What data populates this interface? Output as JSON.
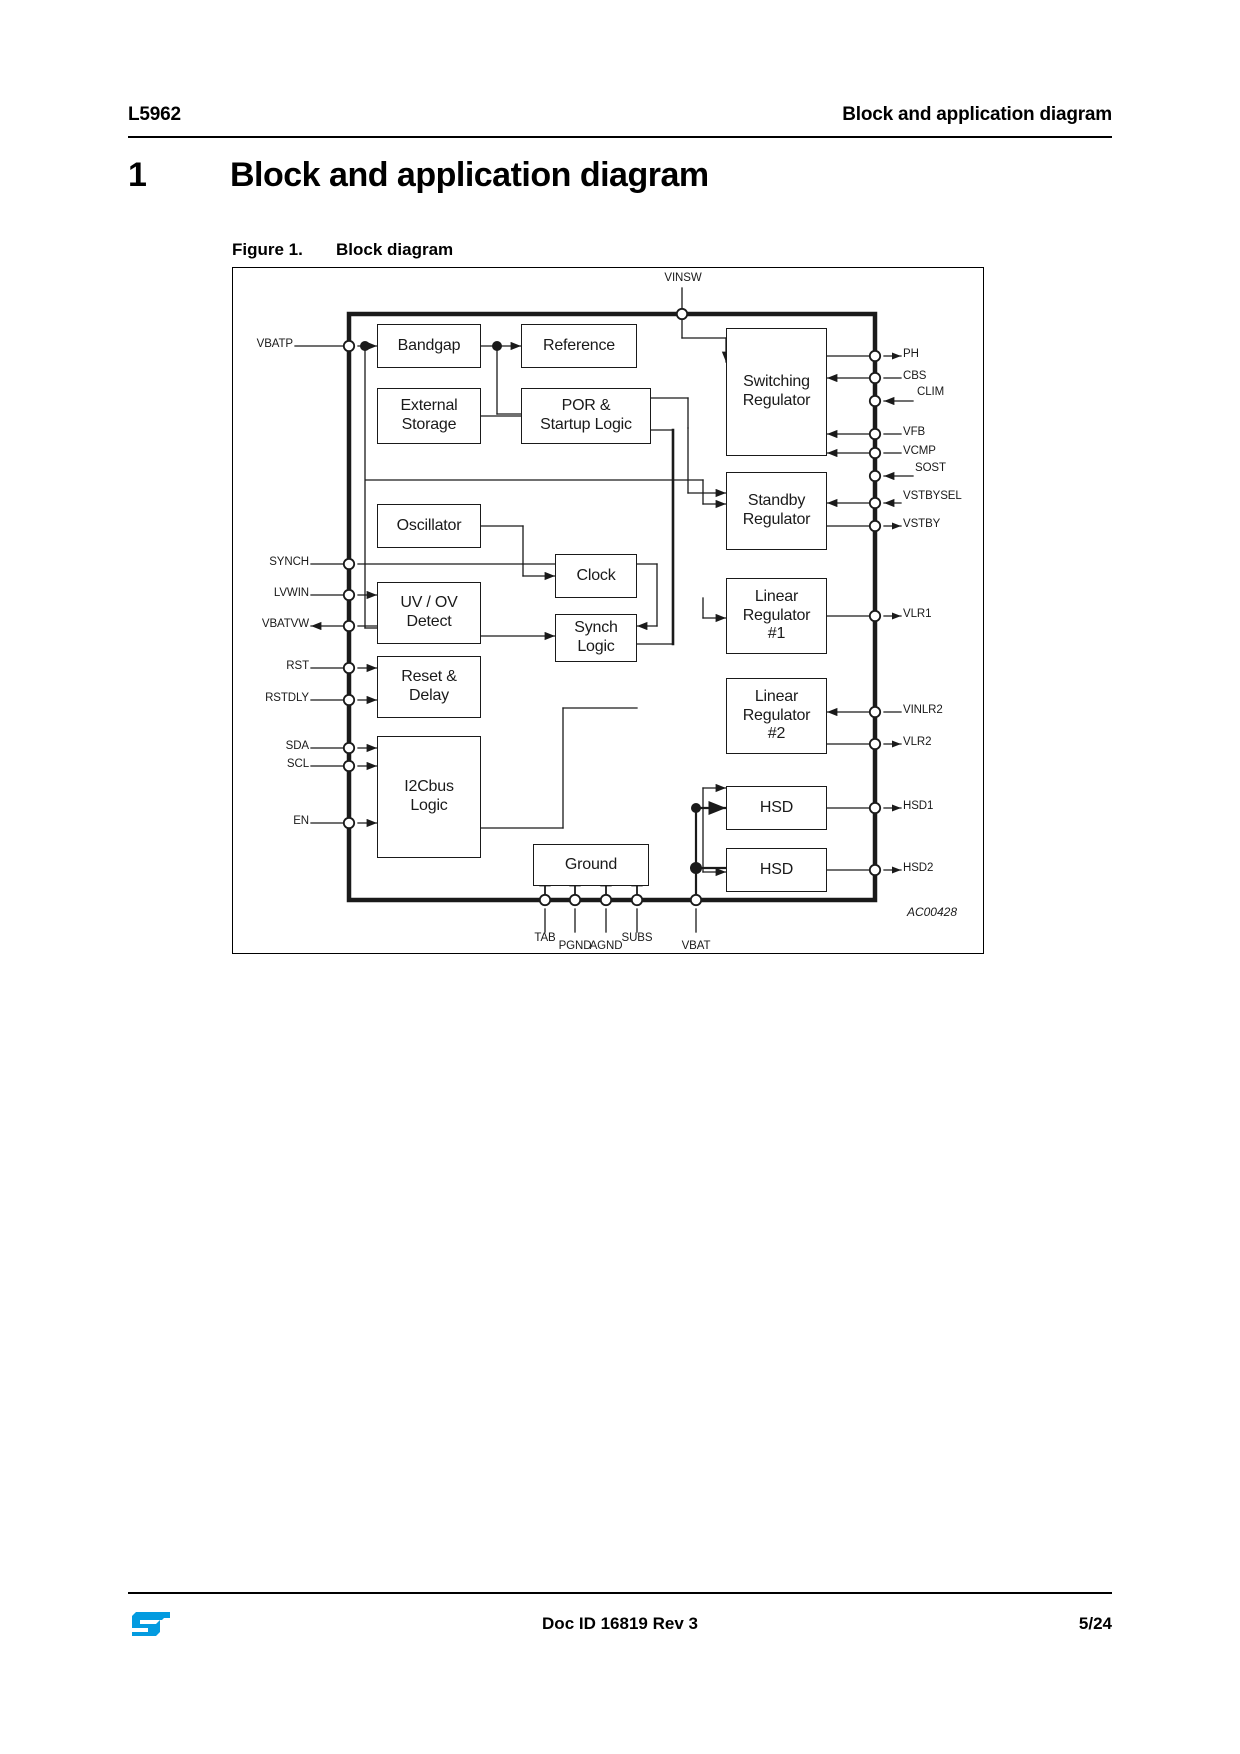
{
  "header": {
    "left": "L5962",
    "right": "Block and application diagram"
  },
  "chapter": {
    "number": "1",
    "title": "Block and application diagram"
  },
  "figure": {
    "label": "Figure 1.",
    "title": "Block diagram",
    "reference_code": "AC00428",
    "blocks": [
      {
        "id": "bandgap",
        "lines": [
          "Bandgap"
        ]
      },
      {
        "id": "reference",
        "lines": [
          "Reference"
        ]
      },
      {
        "id": "external_storage",
        "lines": [
          "External",
          "Storage"
        ]
      },
      {
        "id": "por_startup",
        "lines": [
          "POR &",
          "Startup Logic"
        ]
      },
      {
        "id": "switching_regulator",
        "lines": [
          "Switching",
          "Regulator"
        ]
      },
      {
        "id": "standby_regulator",
        "lines": [
          "Standby",
          "Regulator"
        ]
      },
      {
        "id": "oscillator",
        "lines": [
          "Oscillator"
        ]
      },
      {
        "id": "clock",
        "lines": [
          "Clock"
        ]
      },
      {
        "id": "uv_ov_detect",
        "lines": [
          "UV / OV",
          "Detect"
        ]
      },
      {
        "id": "synch_logic",
        "lines": [
          "Synch",
          "Logic"
        ]
      },
      {
        "id": "linear_regulator_1",
        "lines": [
          "Linear",
          "Regulator",
          "#1"
        ]
      },
      {
        "id": "reset_delay",
        "lines": [
          "Reset &",
          "Delay"
        ]
      },
      {
        "id": "linear_regulator_2",
        "lines": [
          "Linear",
          "Regulator",
          "#2"
        ]
      },
      {
        "id": "i2cbus_logic",
        "lines": [
          "I2Cbus",
          "Logic"
        ]
      },
      {
        "id": "hsd1",
        "lines": [
          "HSD"
        ]
      },
      {
        "id": "hsd2",
        "lines": [
          "HSD"
        ]
      },
      {
        "id": "ground",
        "lines": [
          "Ground"
        ]
      }
    ],
    "pins_left": [
      {
        "id": "vbatp",
        "label": "VBATP"
      },
      {
        "id": "synch",
        "label": "SYNCH"
      },
      {
        "id": "lvwin",
        "label": "LVWIN"
      },
      {
        "id": "vbatvw",
        "label": "VBATVW"
      },
      {
        "id": "rst",
        "label": "RST"
      },
      {
        "id": "rstdly",
        "label": "RSTDLY"
      },
      {
        "id": "sda",
        "label": "SDA"
      },
      {
        "id": "scl",
        "label": "SCL"
      },
      {
        "id": "en",
        "label": "EN"
      }
    ],
    "pins_top": [
      {
        "id": "vinsw",
        "label": "VINSW"
      }
    ],
    "pins_right": [
      {
        "id": "ph",
        "label": "PH"
      },
      {
        "id": "cbs",
        "label": "CBS"
      },
      {
        "id": "clim",
        "label": "CLIM"
      },
      {
        "id": "vfb",
        "label": "VFB"
      },
      {
        "id": "vcmp",
        "label": "VCMP"
      },
      {
        "id": "sost",
        "label": "SOST"
      },
      {
        "id": "vstbysel",
        "label": "VSTBYSEL"
      },
      {
        "id": "vstby",
        "label": "VSTBY"
      },
      {
        "id": "vlr1",
        "label": "VLR1"
      },
      {
        "id": "vinlr2",
        "label": "VINLR2"
      },
      {
        "id": "vlr2",
        "label": "VLR2"
      },
      {
        "id": "hsd1",
        "label": "HSD1"
      },
      {
        "id": "hsd2",
        "label": "HSD2"
      }
    ],
    "pins_bottom": [
      {
        "id": "tab",
        "label": "TAB"
      },
      {
        "id": "pgnd",
        "label": "PGND"
      },
      {
        "id": "agnd",
        "label": "AGND"
      },
      {
        "id": "subs",
        "label": "SUBS"
      },
      {
        "id": "vbat",
        "label": "VBAT"
      }
    ]
  },
  "footer": {
    "doc_id": "Doc ID 16819 Rev 3",
    "page": "5/24",
    "logo_color": "#039BE0"
  }
}
